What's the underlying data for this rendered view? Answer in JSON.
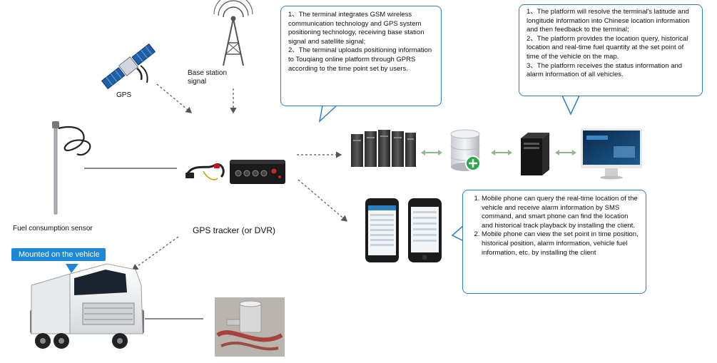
{
  "labels": {
    "gps": "GPS",
    "base_station": "Base station\nsignal",
    "fuel_sensor": "Fuel consumption sensor",
    "tracker": "GPS tracker (or DVR)",
    "mounted": "Mounted on the vehicle"
  },
  "callouts": {
    "terminal": [
      "1、The terminal integrates GSM wireless communication technology and GPS system positioning technology, receiving base station signal and satellite signal;",
      "2、The terminal uploads positioning information to Touqiang online platform through GPRS according to the time point set by users."
    ],
    "platform": [
      "1、The platform will resolve the terminal's latitude and longitude information into Chinese location information and then feedback to the terminal;",
      "2、The platform provides the location query, historical location and real-time fuel quantity at the set point of time of the vehicle on the map.",
      "3、The platform receives the status information and alarm information of all vehicles."
    ],
    "mobile": [
      "Mobile phone can query the real-time location of the vehicle and receive alarm information by SMS command, and smart phone can find the location and historical track playback by installing the client.",
      " Mobile phone can view the set point in time position, historical position, alarm information, vehicle fuel information, etc. by installing the client"
    ]
  },
  "colors": {
    "callout_border": "#2e7fc0",
    "badge_bg": "#1e88d8",
    "arrow_green": "#8fb98a",
    "dashed_arrow": "#555555"
  }
}
